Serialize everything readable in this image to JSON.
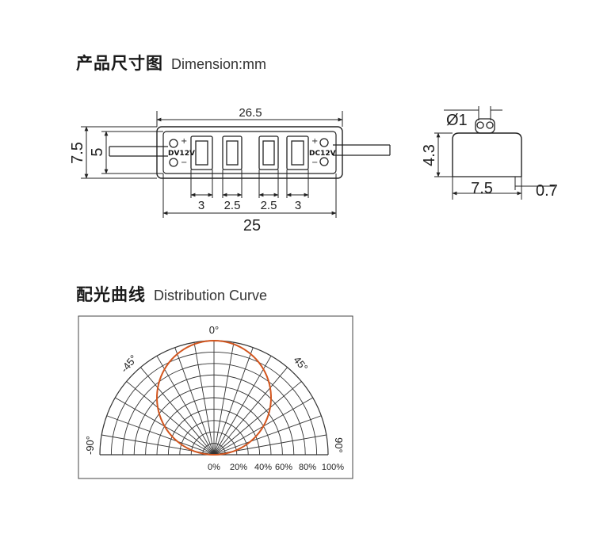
{
  "sections": {
    "dimension": {
      "title_cn": "产品尺寸图",
      "title_en": "Dimension:mm"
    },
    "distribution": {
      "title_cn": "配光曲线",
      "title_en": "Distribution Curve"
    }
  },
  "front_view": {
    "overall_length": "26.5",
    "body_length": "25",
    "height": "7.5",
    "inner_height": "5",
    "segment_dims": [
      "3",
      "2.5",
      "2.5",
      "3"
    ],
    "label_left": "DV12V",
    "label_right": "DC12V",
    "polarity_plus": "+",
    "polarity_minus": "−"
  },
  "side_view": {
    "diameter": "Ø1",
    "height": "4.3",
    "width": "7.5",
    "offset": "0.7"
  },
  "chart_data": {
    "type": "polar",
    "angle_labels": [
      "-90°",
      "-45°",
      "0°",
      "45°",
      "90°"
    ],
    "radial_labels": [
      "0%",
      "20%",
      "40%",
      "60%",
      "80%",
      "100%"
    ],
    "radial_ticks": [
      0,
      20,
      40,
      60,
      80,
      100
    ],
    "angle_range": [
      -90,
      90
    ],
    "series": [
      {
        "color": "#d2561f",
        "angles": [
          -90,
          -60,
          -45,
          -30,
          0,
          30,
          45,
          60,
          90
        ],
        "values": [
          0,
          50,
          70.7,
          86.6,
          100,
          86.6,
          70.7,
          50,
          0
        ]
      }
    ],
    "grid": true
  }
}
